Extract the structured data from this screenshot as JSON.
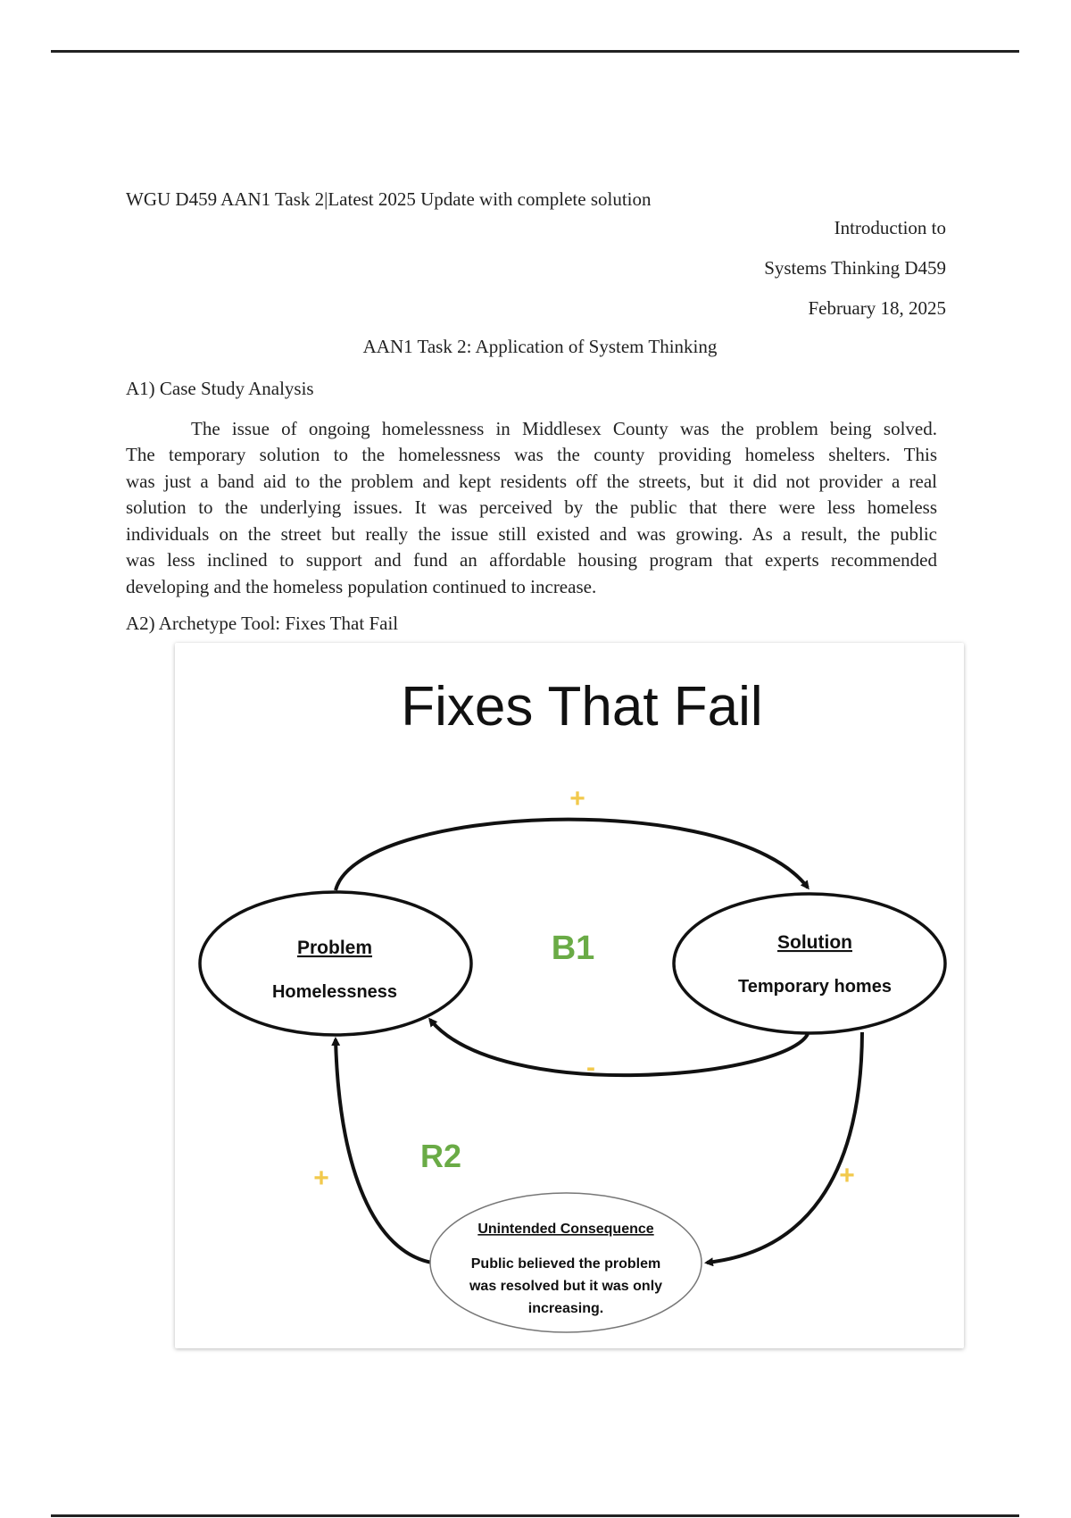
{
  "header": {
    "document_title": "WGU D459 AAN1 Task 2|Latest 2025 Update with complete solution",
    "course_line_1": "Introduction to",
    "course_line_2": "Systems Thinking D459",
    "date": "February 18, 2025"
  },
  "main": {
    "title": "AAN1 Task 2: Application of System Thinking",
    "section_a1": {
      "heading": "A1) Case Study Analysis",
      "paragraph_lines": [
        "The issue of ongoing homelessness in Middlesex County was the problem being solved.",
        "The temporary solution to the homelessness was the county providing homeless shelters. This",
        "was just a band aid to the problem and kept residents off the streets, but it did not provider a real",
        "solution to the underlying issues. It was perceived by the public that there were less homeless",
        "individuals on the street but really the issue still existed and was growing. As a result, the public",
        "was less inclined to support and fund an affordable housing program that experts recommended",
        "developing and the homeless population continued to increase."
      ]
    },
    "section_a2": {
      "heading": "A2) Archetype Tool: Fixes That Fail"
    }
  },
  "diagram": {
    "title": "Fixes That Fail",
    "problem": {
      "heading": "Problem",
      "text": "Homelessness"
    },
    "solution": {
      "heading": "Solution",
      "text": "Temporary homes"
    },
    "consequence": {
      "heading": "Unintended Consequence",
      "lines": [
        "Public believed the problem",
        "was resolved but it was only",
        "increasing."
      ]
    },
    "loops": {
      "balancing": "B1",
      "reinforcing": "R2"
    },
    "polarities": {
      "problem_to_solution": "+",
      "solution_to_problem": "-",
      "solution_to_consequence": "+",
      "consequence_to_problem": "+"
    },
    "colors": {
      "loop_label": "#6aab46",
      "polarity": "#f2c94c",
      "stroke": "#111111"
    }
  }
}
